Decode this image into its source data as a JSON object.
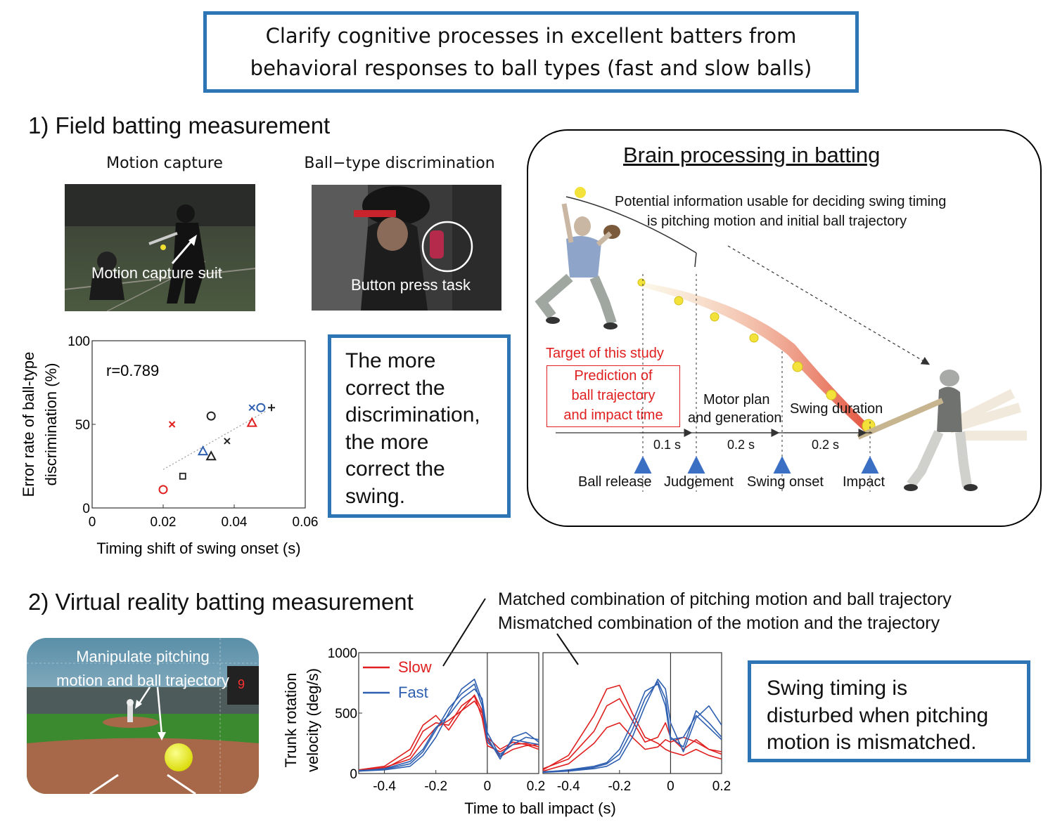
{
  "title": {
    "line1": "Clarify cognitive processes in excellent batters from",
    "line2": "behavioral responses to ball types (fast and slow balls)"
  },
  "section1": {
    "heading": "1) Field batting measurement",
    "motion_capture": {
      "caption": "Motion capture",
      "label": "Motion capture suit"
    },
    "ball_type": {
      "caption": "Ball−type discrimination",
      "label": "Button press task"
    },
    "conclusion": {
      "lines": [
        "The more",
        "correct the",
        "discrimination,",
        "the more",
        "correct the",
        "swing."
      ]
    }
  },
  "brain": {
    "title": "Brain processing in batting",
    "info_line1": "Potential information usable for deciding swing timing",
    "info_line2": "is pitching motion and initial ball trajectory",
    "target_label": "Target of this study",
    "prediction_lines": [
      "Prediction of",
      "ball trajectory",
      "and impact time"
    ],
    "motor_line1": "Motor plan",
    "motor_line2": "and generation",
    "swing_duration": "Swing duration",
    "durations": [
      "0.1 s",
      "0.2 s",
      "0.2 s"
    ],
    "events": [
      "Ball release",
      "Judgement",
      "Swing onset",
      "Impact"
    ],
    "colors": {
      "target": "#e02020",
      "arrow": "#3a6fc4",
      "ball": "#f2e23a"
    }
  },
  "section2": {
    "heading": "2) Virtual reality batting measurement",
    "vr_label_line1": "Manipulate pitching",
    "vr_label_line2": "motion and ball trajectory",
    "vr_scoreboard": "9",
    "matched": "Matched combination of pitching motion and ball trajectory",
    "mismatched": "Mismatched combination of the motion and the trajectory",
    "conclusion": {
      "lines": [
        "Swing timing is",
        "disturbed when pitching",
        "motion is mismatched."
      ]
    }
  },
  "chart_data": [
    {
      "type": "scatter",
      "annotation": "r=0.789",
      "xlabel": "Timing shift of swing onset (s)",
      "ylabel_line1": "Error rate of ball-type",
      "ylabel_line2": "discrimination (%)",
      "xlim": [
        0,
        0.06
      ],
      "ylim": [
        0,
        100
      ],
      "xticks": [
        "0",
        "0.02",
        "0.04",
        "0.06"
      ],
      "yticks": [
        "0",
        "50",
        "100"
      ],
      "points": [
        {
          "x": 0.02,
          "y": 11,
          "marker": "circle",
          "color": "#e02020"
        },
        {
          "x": 0.0225,
          "y": 50,
          "marker": "cross",
          "color": "#e02020"
        },
        {
          "x": 0.045,
          "y": 51,
          "marker": "triangle",
          "color": "#e02020"
        },
        {
          "x": 0.0335,
          "y": 55,
          "marker": "circle",
          "color": "#222222"
        },
        {
          "x": 0.0255,
          "y": 19,
          "marker": "square",
          "color": "#222222"
        },
        {
          "x": 0.0335,
          "y": 31,
          "marker": "triangle",
          "color": "#222222"
        },
        {
          "x": 0.038,
          "y": 40,
          "marker": "cross",
          "color": "#222222"
        },
        {
          "x": 0.0505,
          "y": 60,
          "marker": "plus",
          "color": "#222222"
        },
        {
          "x": 0.0312,
          "y": 34,
          "marker": "triangle",
          "color": "#2e5fb0"
        },
        {
          "x": 0.045,
          "y": 60,
          "marker": "cross",
          "color": "#2e5fb0"
        },
        {
          "x": 0.0475,
          "y": 60,
          "marker": "circle",
          "color": "#2e5fb0"
        }
      ],
      "fit": {
        "x": [
          0.02,
          0.049
        ],
        "y": [
          23,
          58
        ]
      }
    },
    {
      "type": "line",
      "xlabel": "Time to ball impact (s)",
      "ylabel_line1": "Trunk rotation",
      "ylabel_line2": "velocity (deg/s)",
      "xlim": [
        -0.5,
        0.2
      ],
      "ylim": [
        0,
        1000
      ],
      "xticks": [
        "-0.4",
        "-0.2",
        "0",
        "0.2"
      ],
      "yticks": [
        "0",
        "500",
        "1000"
      ],
      "legend": [
        {
          "name": "Slow",
          "color": "#e02020"
        },
        {
          "name": "Fast",
          "color": "#2e5fb0"
        }
      ],
      "panels": [
        {
          "condition": "matched",
          "x": [
            -0.5,
            -0.4,
            -0.3,
            -0.25,
            -0.2,
            -0.15,
            -0.1,
            -0.05,
            -0.02,
            0,
            0.05,
            0.1,
            0.15,
            0.2
          ],
          "series": [
            {
              "color": "#e02020",
              "values": [
                20,
                40,
                150,
                350,
                420,
                400,
                560,
                640,
                460,
                230,
                180,
                240,
                250,
                220
              ]
            },
            {
              "color": "#e02020",
              "values": [
                30,
                60,
                200,
                400,
                480,
                360,
                520,
                650,
                520,
                280,
                140,
                200,
                230,
                240
              ]
            },
            {
              "color": "#e02020",
              "values": [
                25,
                50,
                120,
                260,
                380,
                440,
                520,
                600,
                500,
                300,
                200,
                260,
                240,
                200
              ]
            },
            {
              "color": "#2e5fb0",
              "values": [
                20,
                30,
                60,
                150,
                300,
                500,
                700,
                780,
                600,
                300,
                120,
                300,
                340,
                260
              ]
            },
            {
              "color": "#2e5fb0",
              "values": [
                25,
                35,
                80,
                180,
                360,
                540,
                660,
                740,
                560,
                260,
                160,
                240,
                300,
                280
              ]
            },
            {
              "color": "#2e5fb0",
              "values": [
                20,
                40,
                100,
                200,
                380,
                480,
                620,
                700,
                620,
                340,
                140,
                280,
                260,
                240
              ]
            }
          ]
        },
        {
          "condition": "mismatched",
          "x": [
            -0.5,
            -0.4,
            -0.3,
            -0.25,
            -0.2,
            -0.15,
            -0.1,
            -0.05,
            -0.02,
            0,
            0.05,
            0.1,
            0.15,
            0.2
          ],
          "series": [
            {
              "color": "#e02020",
              "values": [
                30,
                150,
                480,
                700,
                730,
                500,
                300,
                250,
                200,
                180,
                150,
                200,
                150,
                120
              ]
            },
            {
              "color": "#e02020",
              "values": [
                40,
                120,
                350,
                560,
                620,
                440,
                260,
                300,
                420,
                300,
                200,
                280,
                200,
                180
              ]
            },
            {
              "color": "#e02020",
              "values": [
                20,
                80,
                250,
                380,
                420,
                300,
                200,
                220,
                280,
                260,
                300,
                260,
                200,
                160
              ]
            },
            {
              "color": "#2e5fb0",
              "values": [
                10,
                20,
                40,
                60,
                120,
                300,
                560,
                780,
                700,
                420,
                180,
                460,
                560,
                400
              ]
            },
            {
              "color": "#2e5fb0",
              "values": [
                15,
                25,
                50,
                80,
                160,
                360,
                620,
                760,
                620,
                300,
                220,
                520,
                420,
                300
              ]
            },
            {
              "color": "#2e5fb0",
              "values": [
                10,
                30,
                60,
                90,
                200,
                420,
                680,
                740,
                560,
                280,
                300,
                480,
                380,
                280
              ]
            }
          ]
        }
      ]
    }
  ]
}
